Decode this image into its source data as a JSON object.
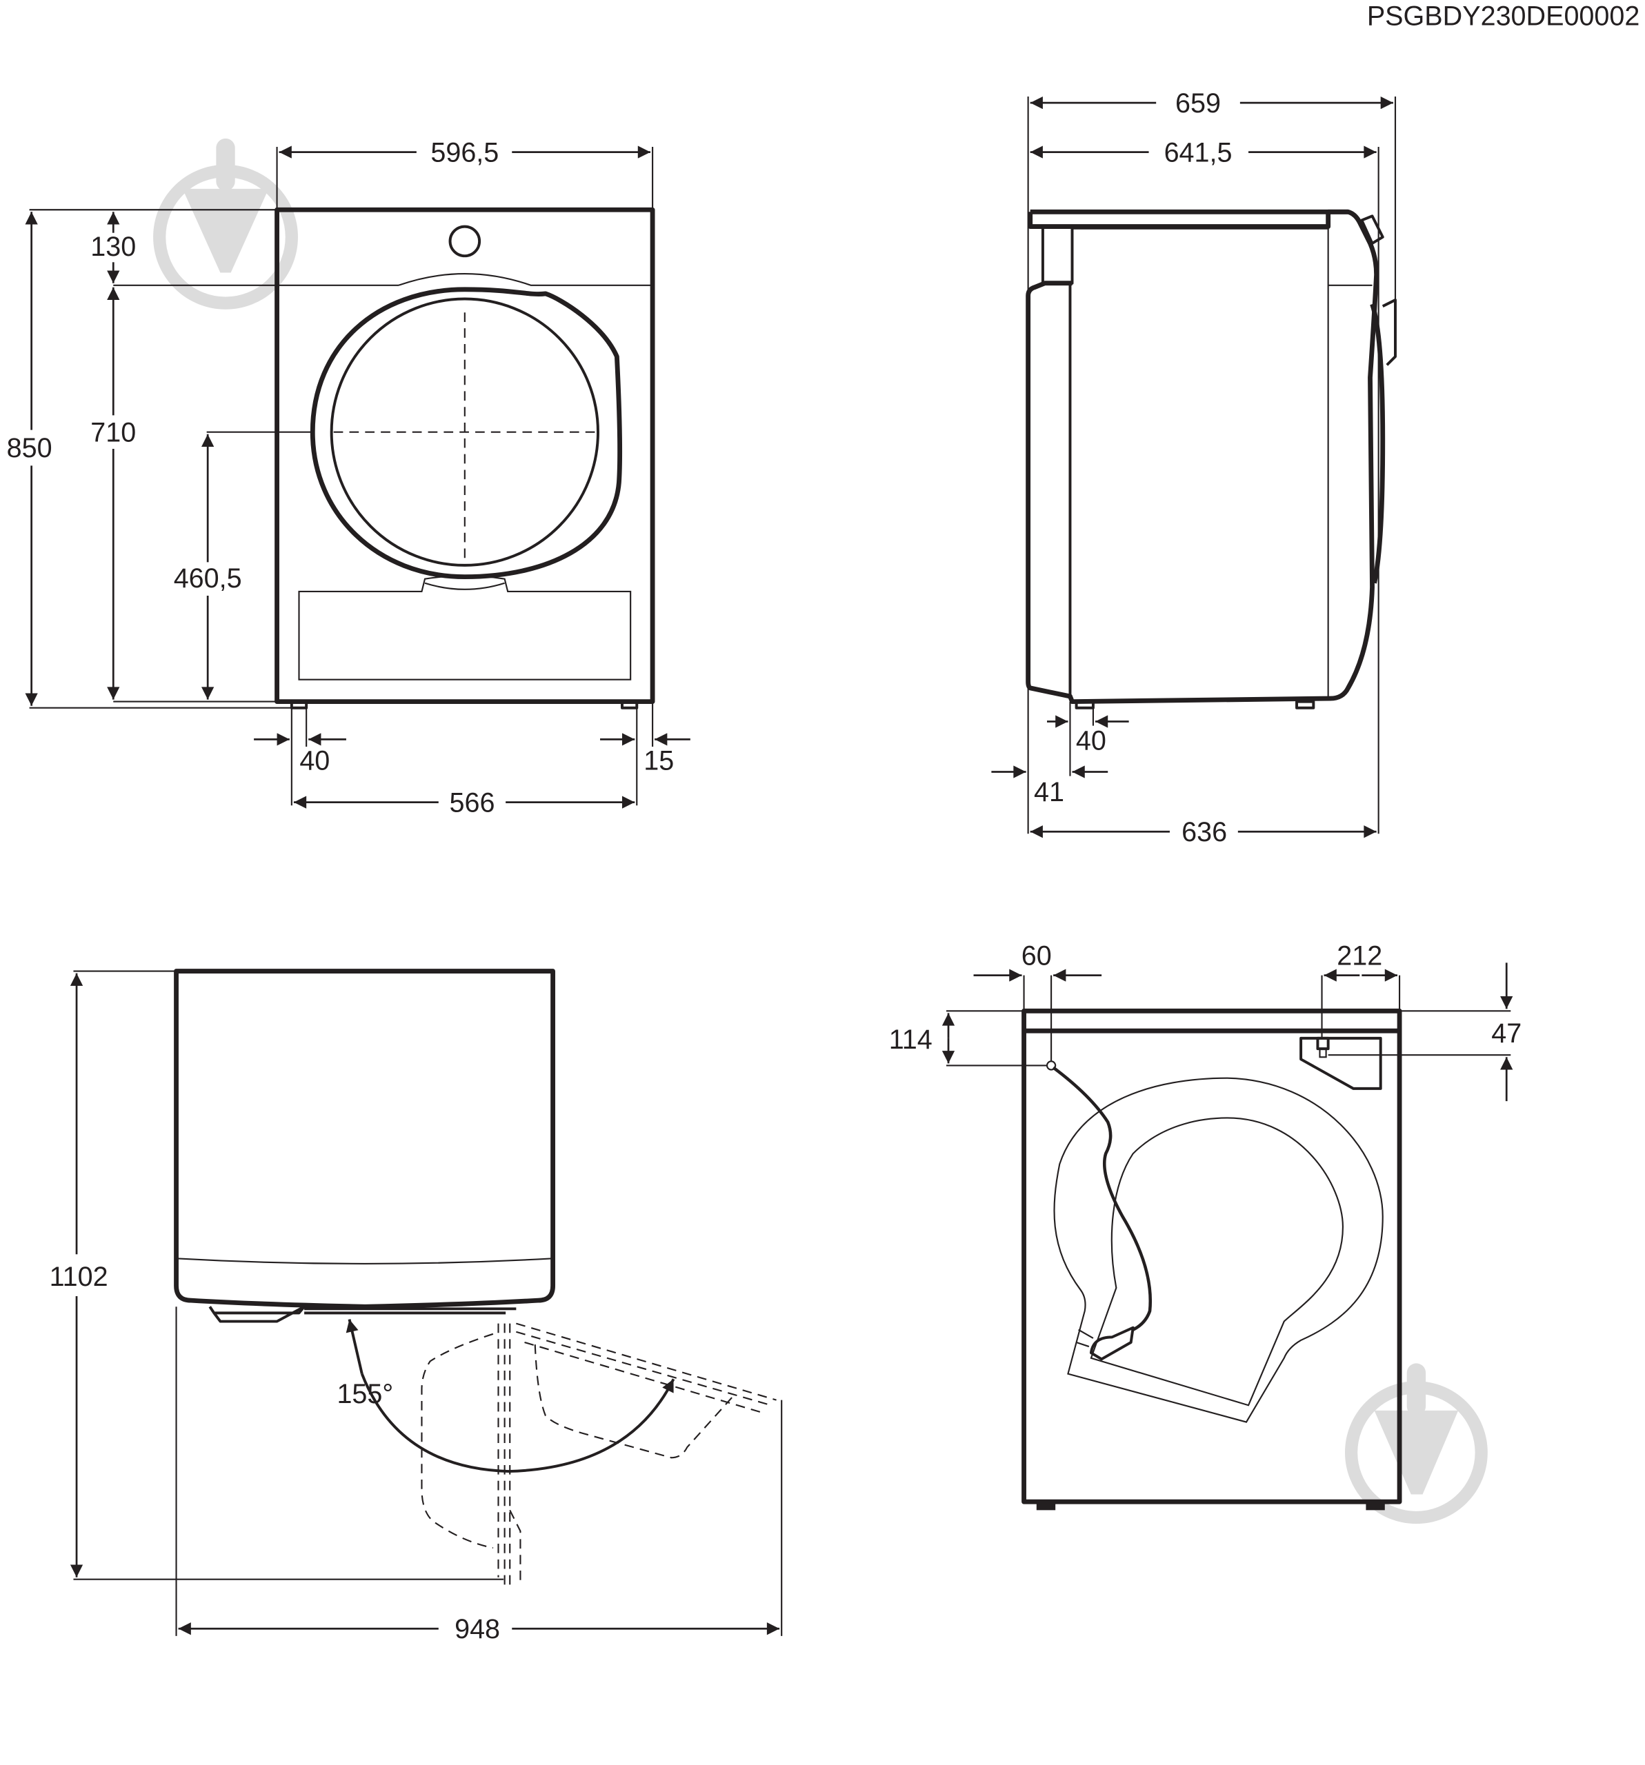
{
  "document": {
    "code": "PSGBDY230DE00002",
    "type": "Tumble dryer dimension drawing (mm)"
  },
  "views": {
    "front": {
      "width_top": "596,5",
      "height_total": "850",
      "control_panel_height": "130",
      "door_area_height": "710",
      "door_center_height": "460,5",
      "foot_offset_left": "40",
      "foot_offset_right": "15",
      "foot_span": "566"
    },
    "side": {
      "depth_total": "659",
      "depth_to_door": "641,5",
      "depth_body": "636",
      "foot_offset": "40",
      "rear_offset": "41"
    },
    "top_door_open": {
      "depth_door_open": "1102",
      "width_door_open": "948",
      "door_angle": "155°"
    },
    "rear": {
      "cable_offset_x": "60",
      "cable_offset_y": "114",
      "hose_offset_x": "212",
      "hose_offset_y": "47"
    }
  },
  "colors": {
    "line": "#231f20",
    "watermark": "#dcdcdc",
    "background": "#ffffff"
  }
}
